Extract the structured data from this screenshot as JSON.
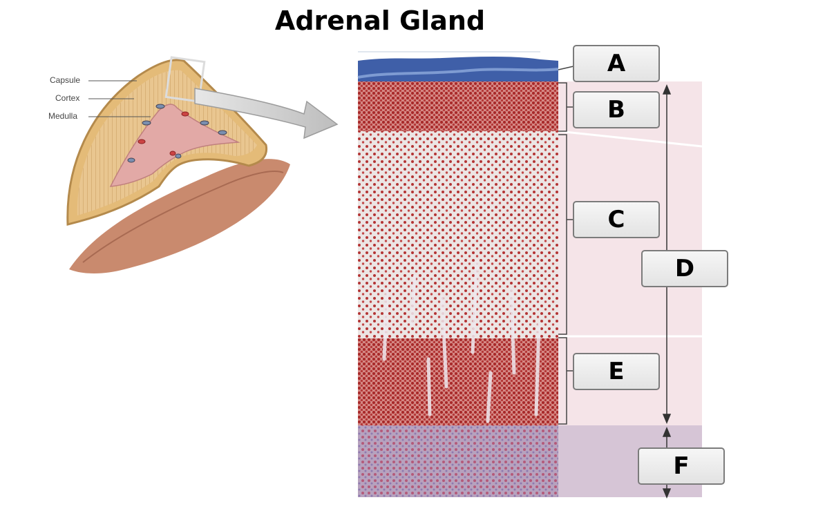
{
  "title": "Adrenal Gland",
  "inset_labels": {
    "capsule": "Capsule",
    "cortex": "Cortex",
    "medulla": "Medulla"
  },
  "layer_boxes": {
    "a": "A",
    "b": "B",
    "c": "C",
    "d": "D",
    "e": "E",
    "f": "F"
  }
}
